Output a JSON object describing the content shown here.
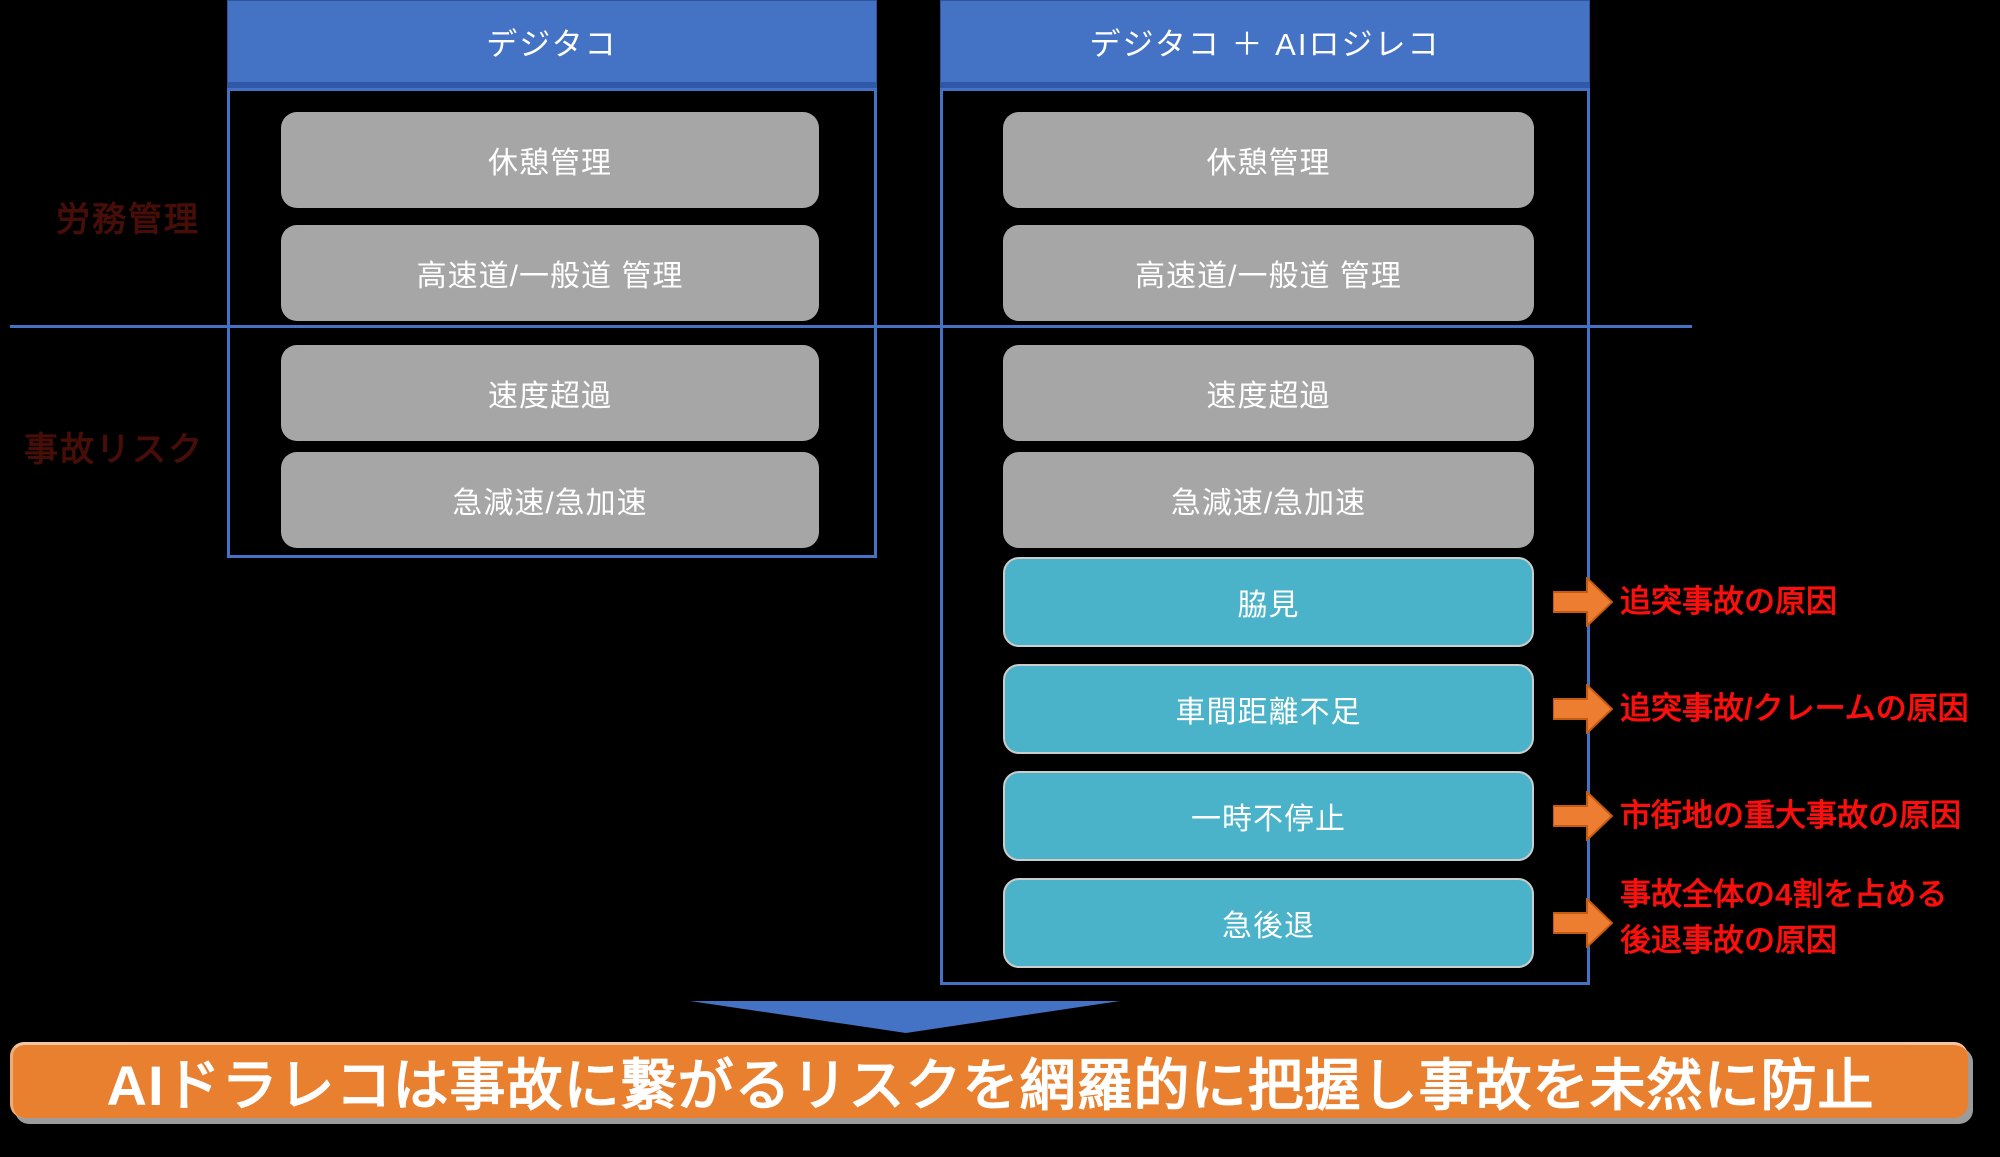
{
  "diagram": {
    "left_column": {
      "header": "デジタコ",
      "boxes": [
        "休憩管理",
        "高速道/一般道 管理",
        "速度超過",
        "急減速/急加速"
      ]
    },
    "right_column": {
      "header": "デジタコ ＋ AIロジレコ",
      "gray_boxes": [
        "休憩管理",
        "高速道/一般道 管理",
        "速度超過",
        "急減速/急加速"
      ],
      "teal_boxes": [
        "脇見",
        "車間距離不足",
        "一時不停止",
        "急後退"
      ]
    },
    "side_labels": [
      "労務管理",
      "事故リスク"
    ],
    "annotations": [
      {
        "lines": [
          "追突事故の原因"
        ]
      },
      {
        "lines": [
          "追突事故/クレームの原因"
        ]
      },
      {
        "lines": [
          "市街地の重大事故の原因"
        ]
      },
      {
        "lines": [
          "事故全体の4割を占める",
          "後退事故の原因"
        ]
      }
    ],
    "banner": "AIドラレコは事故に繋がるリスクを網羅的に把握し事故を未然に防止",
    "colors": {
      "background": "#000000",
      "header_blue": "#4472C4",
      "box_gray": "#A6A6A6",
      "box_teal": "#4BB3C9",
      "arrow_orange": "#ED7D31",
      "annotation_red": "#FA0F0C",
      "banner_orange": "#E8802F"
    }
  }
}
